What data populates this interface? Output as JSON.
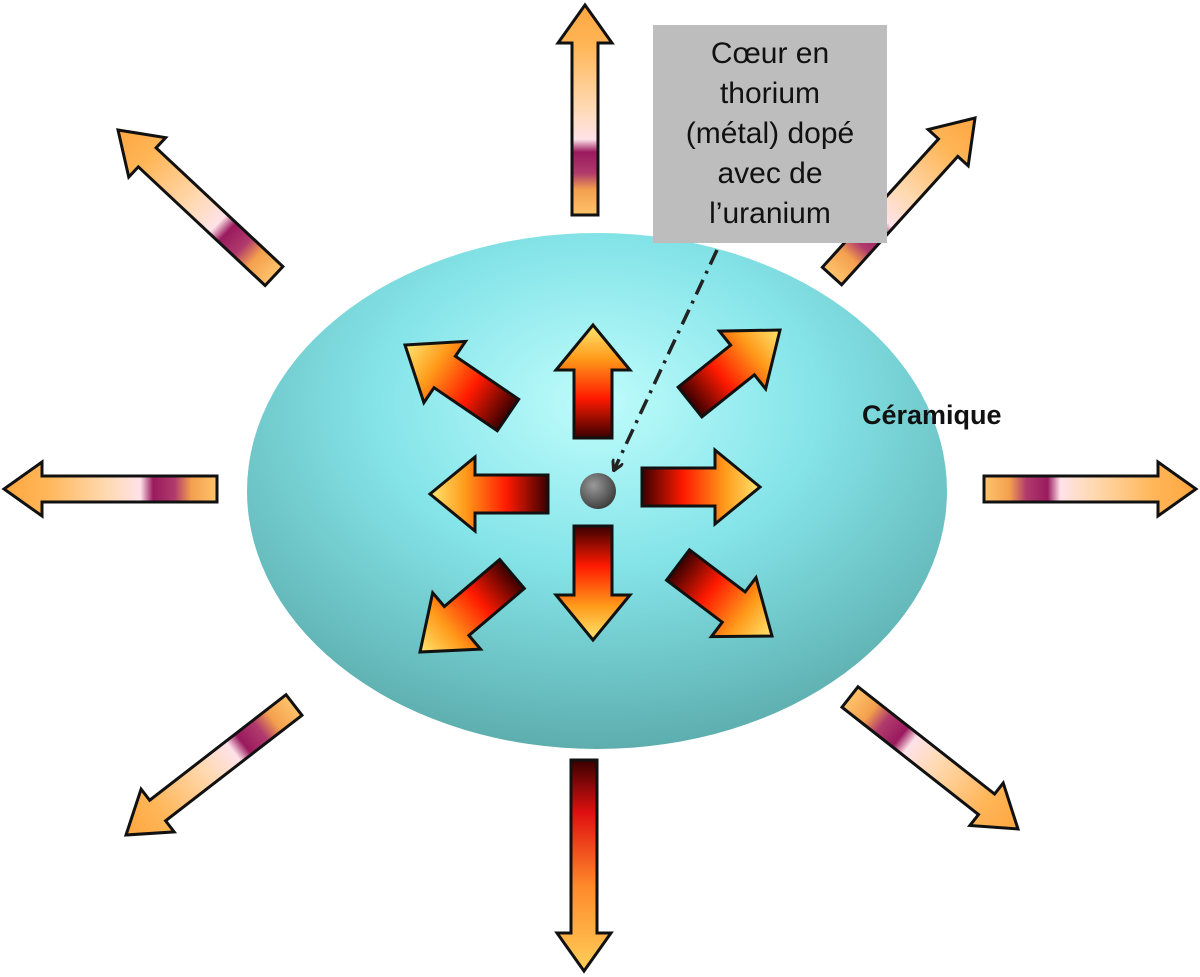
{
  "labels": {
    "core_label": "Cœur en\nthorium\n(métal) dopé\navec de\nl’uranium",
    "ceramic_label": "Céramique"
  },
  "colors": {
    "ellipse_top": "#b6fbfb",
    "ellipse_mid": "#7fe1e6",
    "ellipse_bottom": "#5fb0b0",
    "inner_arrow_dark": "#3a0000",
    "inner_arrow_red": "#ff2200",
    "inner_arrow_yellow": "#ffe066",
    "outer_arrow_orange": "#ffb84d",
    "outer_arrow_band": "#9e1f63",
    "callout_fill": "#bdbdbd",
    "core_dot": "#555555"
  },
  "icons": {
    "inner_arrows": "block-arrow-gradient",
    "outer_arrows": "block-arrow-band",
    "core": "sphere-dot"
  }
}
